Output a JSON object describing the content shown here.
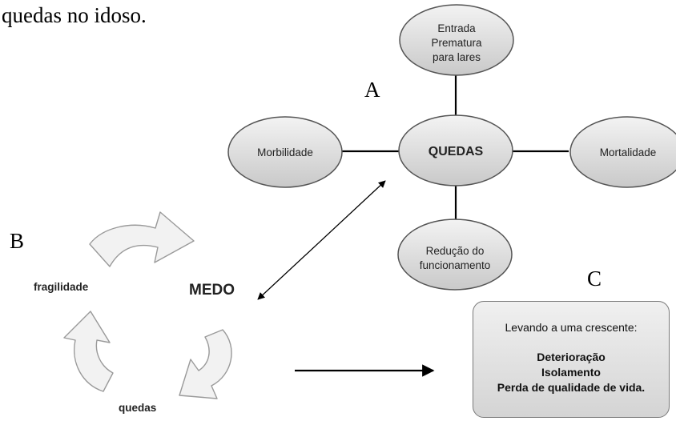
{
  "intro_text": "quedas no idoso.",
  "panel_labels": {
    "a": "A",
    "b": "B",
    "c": "C"
  },
  "hub": {
    "center": "QUEDAS",
    "top": [
      "Entrada",
      "Prematura",
      "para lares"
    ],
    "left": "Morbilidade",
    "right": "Mortalidade",
    "bottom": [
      "Redução do",
      "funcionamento"
    ]
  },
  "cycle": {
    "center": "MEDO",
    "left": "fragilidade",
    "bottom": "quedas"
  },
  "consequences": {
    "intro": "Levando a uma crescente:",
    "items": [
      "Deterioração",
      "Isolamento",
      "Perda de qualidade de vida."
    ]
  },
  "colors": {
    "node_fill_light": "#f3f3f3",
    "node_fill_dark": "#c9c9c9",
    "node_border": "#555555",
    "arrow_fill": "#f2f2f2",
    "arrow_border": "#9a9a9a",
    "line": "#000000"
  }
}
